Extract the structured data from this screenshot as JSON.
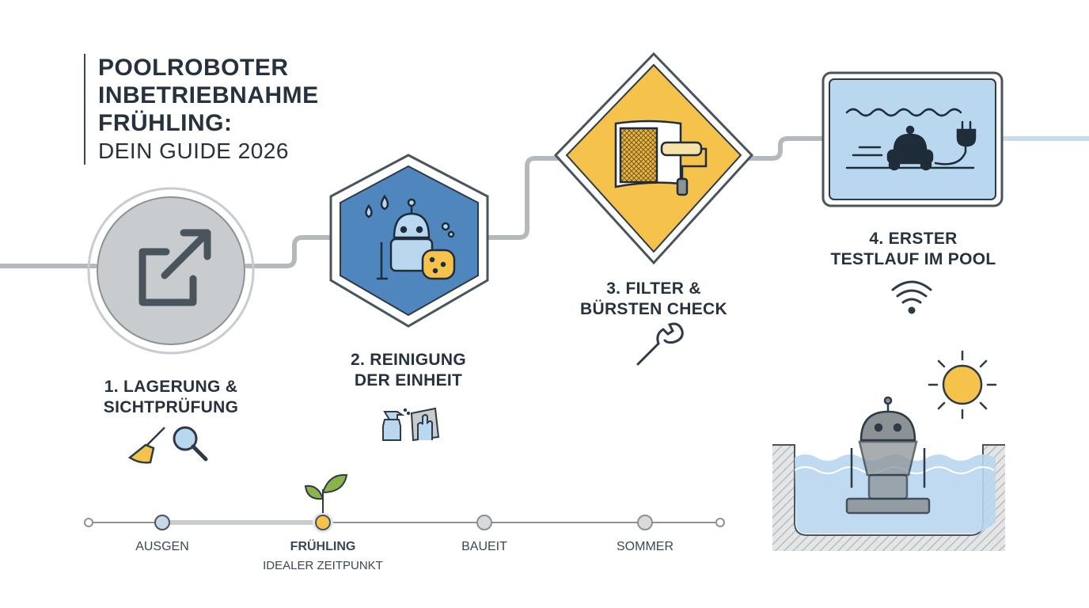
{
  "title": {
    "line1": "POOLROBOTER",
    "line2": "INBETRIEBNAHME",
    "line3": "FRÜHLING:",
    "line4": "DEIN GUIDE 2026"
  },
  "steps": [
    {
      "line1": "1. LAGERUNG &",
      "line2": "SICHTPRÜFUNG",
      "icon": "external-link-icon",
      "tools": [
        "broom-icon",
        "magnifier-icon"
      ],
      "color": "#c9ccce"
    },
    {
      "line1": "2. REINIGUNG",
      "line2": "DER EINHEIT",
      "icon": "robot-cleaning-icon",
      "tools": [
        "spray-bottle-icon",
        "cloth-icon"
      ],
      "color": "#4f86bd"
    },
    {
      "line1": "3. FILTER &",
      "line2": "BÜRSTEN CHECK",
      "icon": "filter-roller-icon",
      "tools": [
        "wrench-icon"
      ],
      "color": "#f5c34b"
    },
    {
      "line1": "4. ERSTER",
      "line2": "TESTLAUF IM POOL",
      "icon": "robot-in-water-icon",
      "tools": [
        "wifi-icon"
      ],
      "color": "#b9d7ef"
    }
  ],
  "timeline": {
    "points": [
      {
        "label": "AUSGEN",
        "active": false
      },
      {
        "label": "FRÜHLING",
        "sub": "IDEALER ZEITPUNKT",
        "active": true
      },
      {
        "label": "BAUEIT",
        "active": false
      },
      {
        "label": "SOMMER",
        "active": false
      }
    ]
  },
  "colors": {
    "pipe": "#b4b9be",
    "outline": "#2e3a46",
    "blue": "#4f86bd",
    "yellow": "#f5c34b",
    "lightblue": "#b9d7ef",
    "grey": "#c9ccce",
    "green": "#8ab34a"
  }
}
